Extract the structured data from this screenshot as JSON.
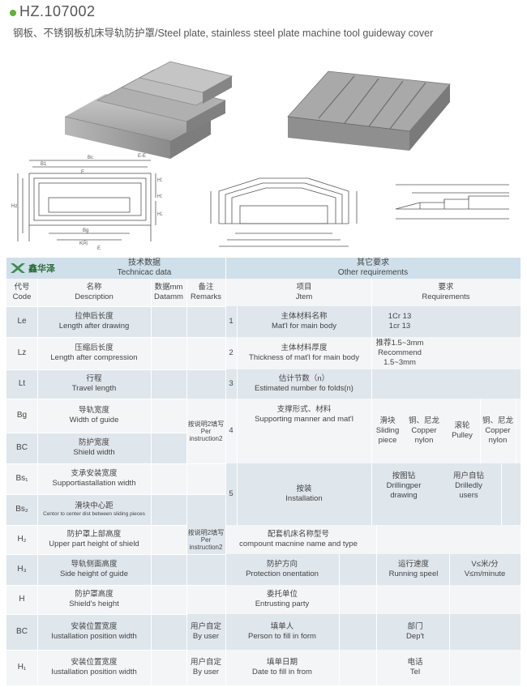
{
  "header": {
    "model": "HZ.107002",
    "subtitle": "钢板、不锈钢板机床导轨防护罩/Steel plate, stainless steel plate machine tool guideway cover"
  },
  "drawings": {
    "labels": [
      "Bc",
      "B1",
      "E",
      "H3",
      "H1",
      "Hz",
      "H2",
      "Bg",
      "K向",
      "E",
      "E-E"
    ]
  },
  "table": {
    "brand": "鑫华泽",
    "tech_title_cn": "技术数据",
    "tech_title_en": "Technicac data",
    "other_title_cn": "其它要求",
    "other_title_en": "Other requirements",
    "col_code_cn": "代号",
    "col_code_en": "Code",
    "col_name_cn": "名称",
    "col_name_en": "Description",
    "col_data_cn": "数据mm",
    "col_data_en": "Datamm",
    "col_remark_cn": "备注",
    "col_remark_en": "Remarks",
    "col_item_cn": "项目",
    "col_item_en": "Jtem",
    "col_req_cn": "要求",
    "col_req_en": "Requirements",
    "rows": [
      {
        "code": "Le",
        "cn": "拉伸后长度",
        "en": "Length after drawing"
      },
      {
        "code": "Lz",
        "cn": "压缩后长度",
        "en": "Length after compression"
      },
      {
        "code": "Lt",
        "cn": "行程",
        "en": "Travel length"
      },
      {
        "code": "Bg",
        "cn": "导轨宽度",
        "en": "Width of guide"
      },
      {
        "code": "BC",
        "cn": "防护宽度",
        "en": "Shield width"
      },
      {
        "code": "Bs₁",
        "cn": "支承安装宽度",
        "en": "Supportiastallation width"
      },
      {
        "code": "Bs₂",
        "cn": "滑块中心距",
        "en": "Centor to center dist between sliding pieces"
      },
      {
        "code": "H₂",
        "cn": "防护罩上部高度",
        "en": "Upper part height of shield"
      },
      {
        "code": "H₃",
        "cn": "导轨侧面高度",
        "en": "Side height of guide"
      },
      {
        "code": "H",
        "cn": "防护罩高度",
        "en": "Shield's height"
      },
      {
        "code": "BC",
        "cn": "安装位置宽度",
        "en": "Iustallation position width"
      },
      {
        "code": "H₁",
        "cn": "安装位置宽度",
        "en": "Iustallation position width"
      }
    ],
    "remark_instr_cn": "按说明2填写",
    "remark_instr_en1": "Per",
    "remark_instr_en2": "instruction2",
    "remark_user_cn": "用户自定",
    "remark_user_en": "By user",
    "items": {
      "n1": "1",
      "i1_cn": "主体材料名称",
      "i1_en": "Mat'l for main body",
      "r1a": "1Cr  13",
      "r1b": "1cr  13",
      "n2": "2",
      "i2_cn": "主体材料厚度",
      "i2_en": "Thickness of mat'l for main body",
      "r2a": "推荐1.5~3mm",
      "r2b": "Recommend",
      "r2c": "1.5~3mm",
      "n3": "3",
      "i3_cn": "估计节数（n）",
      "i3_en": "Estimated number fo folds(n)",
      "n4": "4",
      "i4_cn": "支撑形式、材料",
      "i4_en": "Supporting manner and mat'l",
      "r4_slide_cn": "滑块",
      "r4_slide_en1": "Sliding",
      "r4_slide_en2": "piece",
      "r4_copper_cn": "铜、尼龙",
      "r4_copper_en1": "Copper",
      "r4_copper_en2": "nylon",
      "r4_pulley_cn": "滚轮",
      "r4_pulley_en": "Pulley",
      "r4_copper2_cn": "铜、尼龙",
      "r4_copper2_en1": "Copper",
      "r4_copper2_en2": "nylon",
      "n5": "5",
      "i5_cn": "按装",
      "i5_en": "Installation",
      "r5a_cn": "按图钻",
      "r5a_en1": "Drillingper",
      "r5a_en2": "drawing",
      "r5b_cn": "用户自钻",
      "r5b_en1": "Drilledly",
      "r5b_en2": "users",
      "i6_cn": "配套机床名称型号",
      "i6_en": "compount macnine name and type",
      "i7_cn": "防护方向",
      "i7_en": "Protection onentation",
      "i7_speed_cn": "运行速度",
      "i7_speed_en": "Running speel",
      "i7_val_cn": "V≤米/分",
      "i7_val_en": "V≤m/minute",
      "i8_cn": "委托单位",
      "i8_en": "Entrusting party",
      "i9_cn": "填单人",
      "i9_en": "Person to fill in form",
      "i9_dept_cn": "部门",
      "i9_dept_en": "Dep't",
      "i10_cn": "填单日期",
      "i10_en": "Date to fill in from",
      "i10_tel_cn": "电话",
      "i10_tel_en": "Tel"
    }
  }
}
